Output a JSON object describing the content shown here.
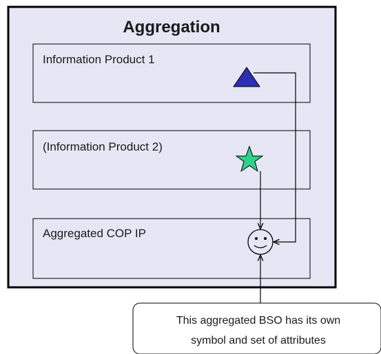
{
  "diagram": {
    "title": "Aggregation",
    "boxes": [
      {
        "label": "Information Product 1",
        "symbol": "triangle-icon"
      },
      {
        "label": "(Information Product 2)",
        "symbol": "star-icon"
      },
      {
        "label": "Aggregated COP IP",
        "symbol": "smiley-face-icon"
      }
    ],
    "callout": {
      "line1": "This aggregated BSO has its own",
      "line2": "symbol  and set of attributes"
    },
    "colors": {
      "outer_fill": "#e6e6f5",
      "inner_fill": "#e6e6f5",
      "triangle": "#2b2fb0",
      "star": "#2ed08a",
      "stroke": "#000000"
    }
  }
}
